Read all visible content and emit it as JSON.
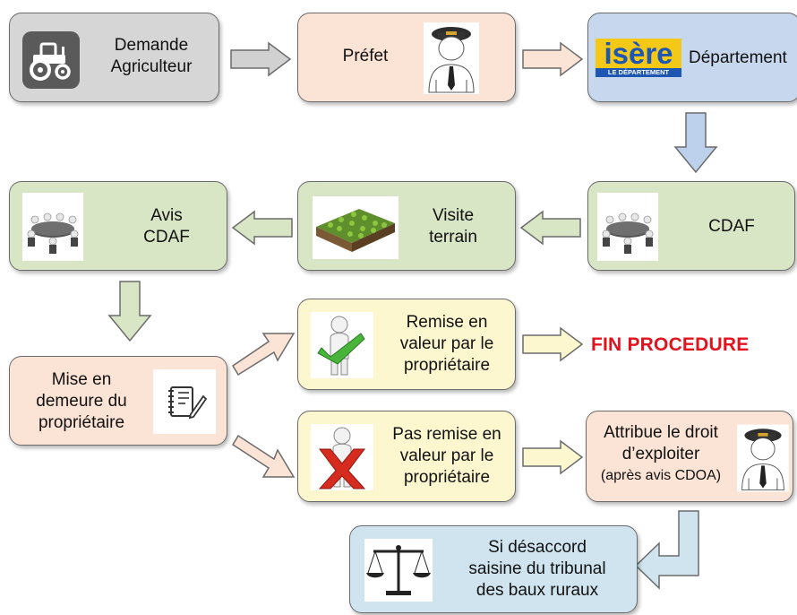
{
  "flow": {
    "demande": {
      "line1": "Demande",
      "line2": "Agriculteur"
    },
    "prefet": {
      "label": "Préfet"
    },
    "departement": {
      "logo_main": "isère",
      "logo_sub": "LE DÉPARTEMENT",
      "label": "Département"
    },
    "cdaf": {
      "label": "CDAF"
    },
    "visite": {
      "line1": "Visite",
      "line2": "terrain"
    },
    "avis": {
      "line1": "Avis",
      "line2": "CDAF"
    },
    "mise": {
      "line1": "Mise en",
      "line2": "demeure du",
      "line3": "propriétaire"
    },
    "remise": {
      "line1": "Remise en",
      "line2": "valeur par le",
      "line3": "propriétaire"
    },
    "fin": {
      "label": "FIN PROCEDURE"
    },
    "pas_remise": {
      "line1": "Pas remise en",
      "line2": "valeur par le",
      "line3": "propriétaire"
    },
    "attribue": {
      "line1": "Attribue le droit",
      "line2": "d’exploiter",
      "line3": "(après avis CDOA)"
    },
    "desaccord": {
      "line1": "Si désaccord",
      "line2": "saisine du tribunal",
      "line3": "des baux ruraux"
    }
  },
  "colors": {
    "gray_box": "#d6d6d6",
    "peach_box": "#fbe3d5",
    "blue_box": "#c7d7ee",
    "green_box": "#d9e6c6",
    "yellow_box": "#fdf7cf",
    "lightblue_box": "#cfe4ef",
    "fin_text": "#e0141e"
  },
  "icons": [
    "tractor-icon",
    "police-officer-icon",
    "isere-logo",
    "meeting-table-icon",
    "field-terrain-icon",
    "checkmark-person-icon",
    "x-mark-person-icon",
    "notepad-icon",
    "scales-of-justice-icon"
  ]
}
